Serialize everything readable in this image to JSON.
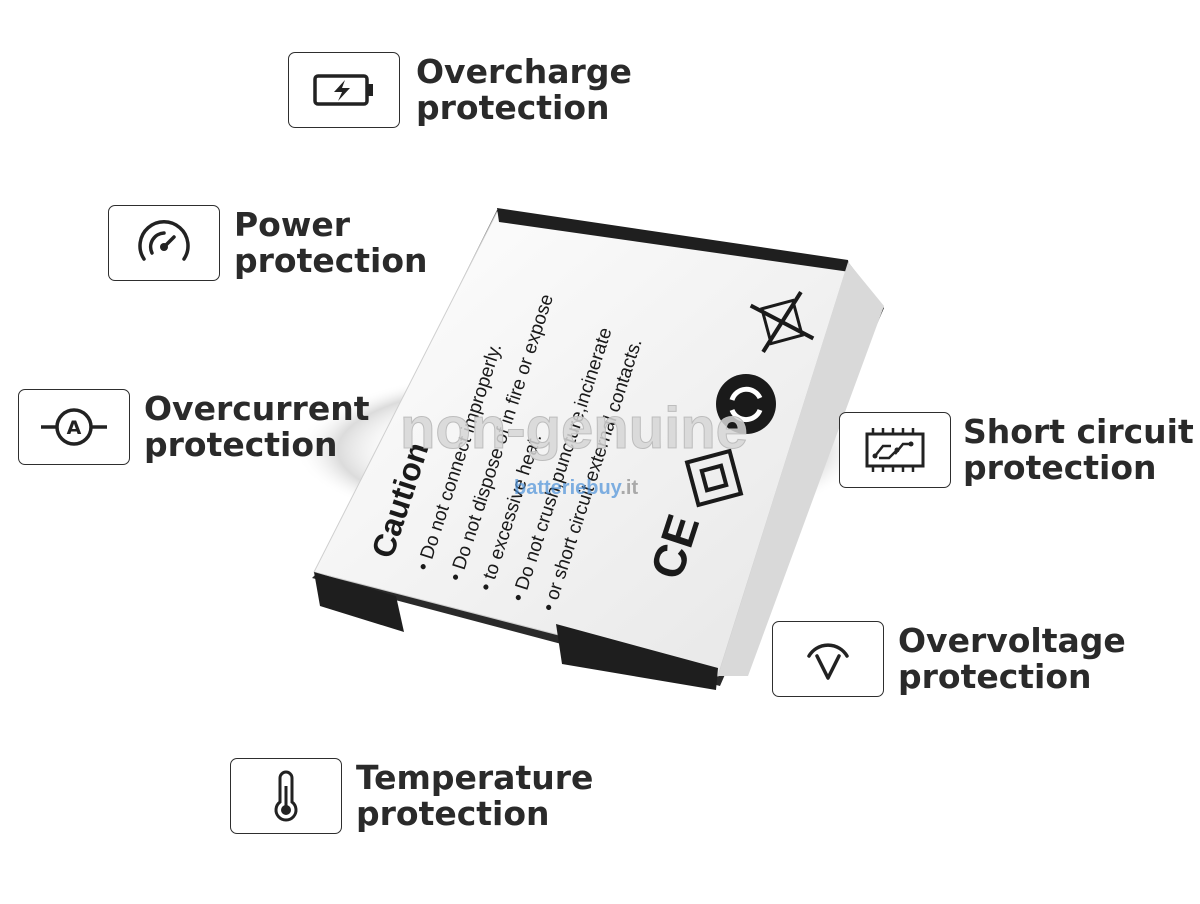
{
  "features": [
    {
      "id": "overcharge",
      "line1": "Overcharge",
      "line2": "protection",
      "icon": "battery-charge-icon"
    },
    {
      "id": "power",
      "line1": "Power",
      "line2": "protection",
      "icon": "power-gauge-icon"
    },
    {
      "id": "overcurrent",
      "line1": "Overcurrent",
      "line2": "protection",
      "icon": "ammeter-icon"
    },
    {
      "id": "short",
      "line1": "Short circuit",
      "line2": "protection",
      "icon": "circuit-board-icon"
    },
    {
      "id": "overvoltage",
      "line1": "Overvoltage",
      "line2": "protection",
      "icon": "voltage-icon"
    },
    {
      "id": "temperature",
      "line1": "Temperature",
      "line2": "protection",
      "icon": "thermometer-icon"
    }
  ],
  "battery": {
    "heading": "Caution",
    "lines": [
      "• Do not connect improperly.",
      "• Do not dispose of in fire or expose",
      "• to excessive heat.",
      "• Do not crush,puncture,incinerate",
      "• or short circuit external contacts."
    ],
    "ce_mark": "CE"
  },
  "watermark": {
    "text": "non-genuine",
    "brand": "batteriebuy",
    "brand_suffix": ".it"
  },
  "colors": {
    "ink": "#2a2a2a",
    "battery_body": "#f3f3f3",
    "battery_edge": "#1e1e1e",
    "watermark": "#cfcfcf",
    "brand_blue": "#4a90d9",
    "brand_yellow": "#e6b800"
  }
}
